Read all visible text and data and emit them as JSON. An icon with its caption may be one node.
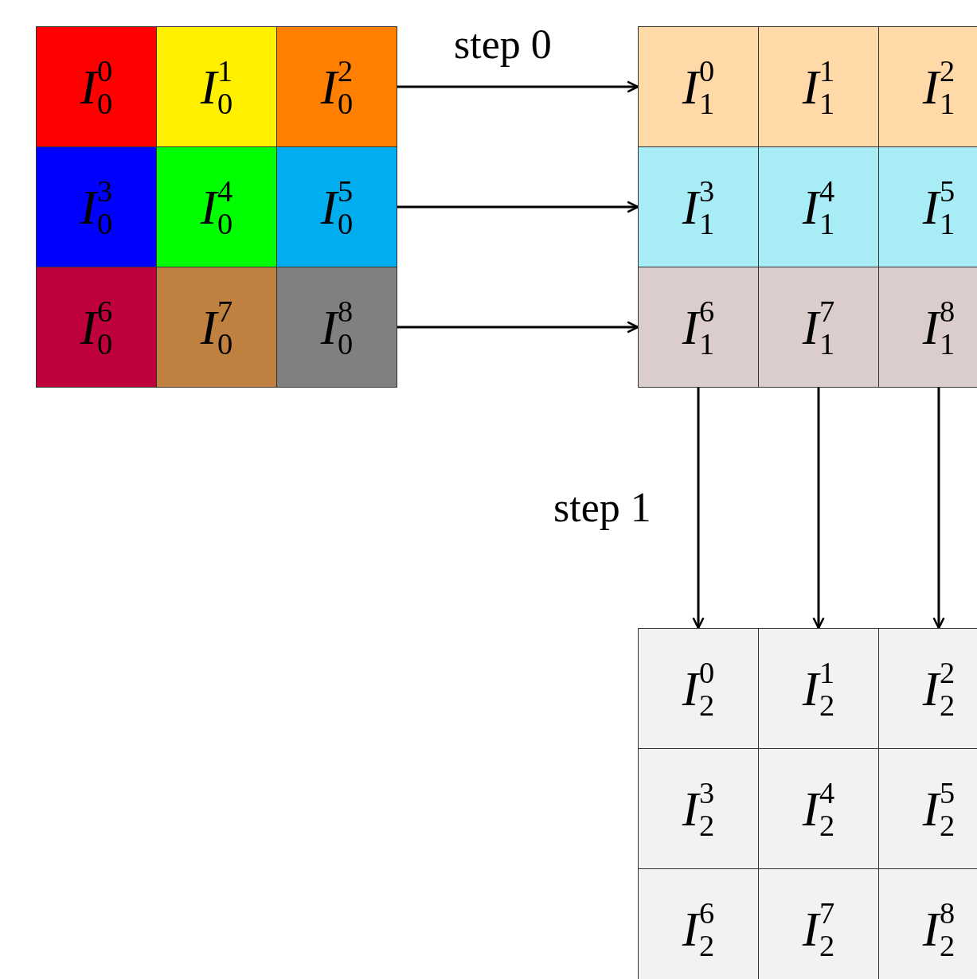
{
  "diagram": {
    "nodes": [
      {
        "text": [
          "*I*$^{0}$$_{0}$"
        ]
      },
      {
        "text": [
          "*I*$^{1}$$_{0}$"
        ]
      },
      {
        "text": [
          "*I*$^{2}$$_{0}$"
        ]
      },
      {
        "text": [
          "*I*$^{3}$$_{0}$"
        ]
      },
      {
        "text": [
          "*I*$^{4}$$_{0}$"
        ]
      },
      {
        "text": [
          "*I*$^{5}$$_{0}$"
        ]
      },
      {
        "text": [
          "*I*$^{6}$$_{0}$"
        ]
      },
      {
        "text": [
          "*I*$^{7}$$_{0}$"
        ]
      },
      {
        "text": [
          "*I*$^{8}$$_{0}$"
        ]
      },
      {
        "text": [
          "*I*$^{0}$$_{1}$"
        ]
      },
      {
        "text": [
          "*I*$^{1}$$_{1}$"
        ]
      },
      {
        "text": [
          "*I*$^{2}$$_{1}$"
        ]
      },
      {
        "text": [
          "*I*$^{3}$$_{1}$"
        ]
      },
      {
        "text": [
          "*I*$^{4}$$_{1}$"
        ]
      },
      {
        "text": [
          "*I*$^{5}$$_{1}$"
        ]
      },
      {
        "text": [
          "*I*$^{6}$$_{1}$"
        ]
      },
      {
        "text": [
          "*I*$^{7}$$_{1}$"
        ]
      },
      {
        "text": [
          "*I*$^{8}$$_{1}$"
        ]
      },
      {
        "text": [
          "*I*$^{0}$$_{2}$"
        ]
      },
      {
        "text": [
          "*I*$^{1}$$_{2}$"
        ]
      },
      {
        "text": [
          "*I*$^{2}$$_{2}$"
        ]
      },
      {
        "text": [
          "*I*$^{3}$$_{2}$"
        ]
      },
      {
        "text": [
          "*I*$^{4}$$_{2}$"
        ]
      },
      {
        "text": [
          "*I*$^{5}$$_{2}$"
        ]
      },
      {
        "text": [
          "*I*$^{6}$$_{2}$"
        ]
      },
      {
        "text": [
          "*I*$^{7}$$_{2}$"
        ]
      },
      {
        "text": [
          "*I*$^{8}$$_{2}$"
        ]
      }
    ],
    "edges": [
      {
        "from": 2,
        "to": 9,
        "arrow": "to"
      },
      {
        "from": 5,
        "to": 12,
        "arrow": "to"
      },
      {
        "from": 8,
        "to": 15,
        "arrow": "to"
      },
      {
        "from": 15,
        "to": 18,
        "arrow": "to"
      },
      {
        "from": 16,
        "to": 19,
        "arrow": "to"
      },
      {
        "from": 17,
        "to": 20,
        "arrow": "to"
      }
    ],
    "labels": [
      "step 0",
      "step 1"
    ]
  }
}
